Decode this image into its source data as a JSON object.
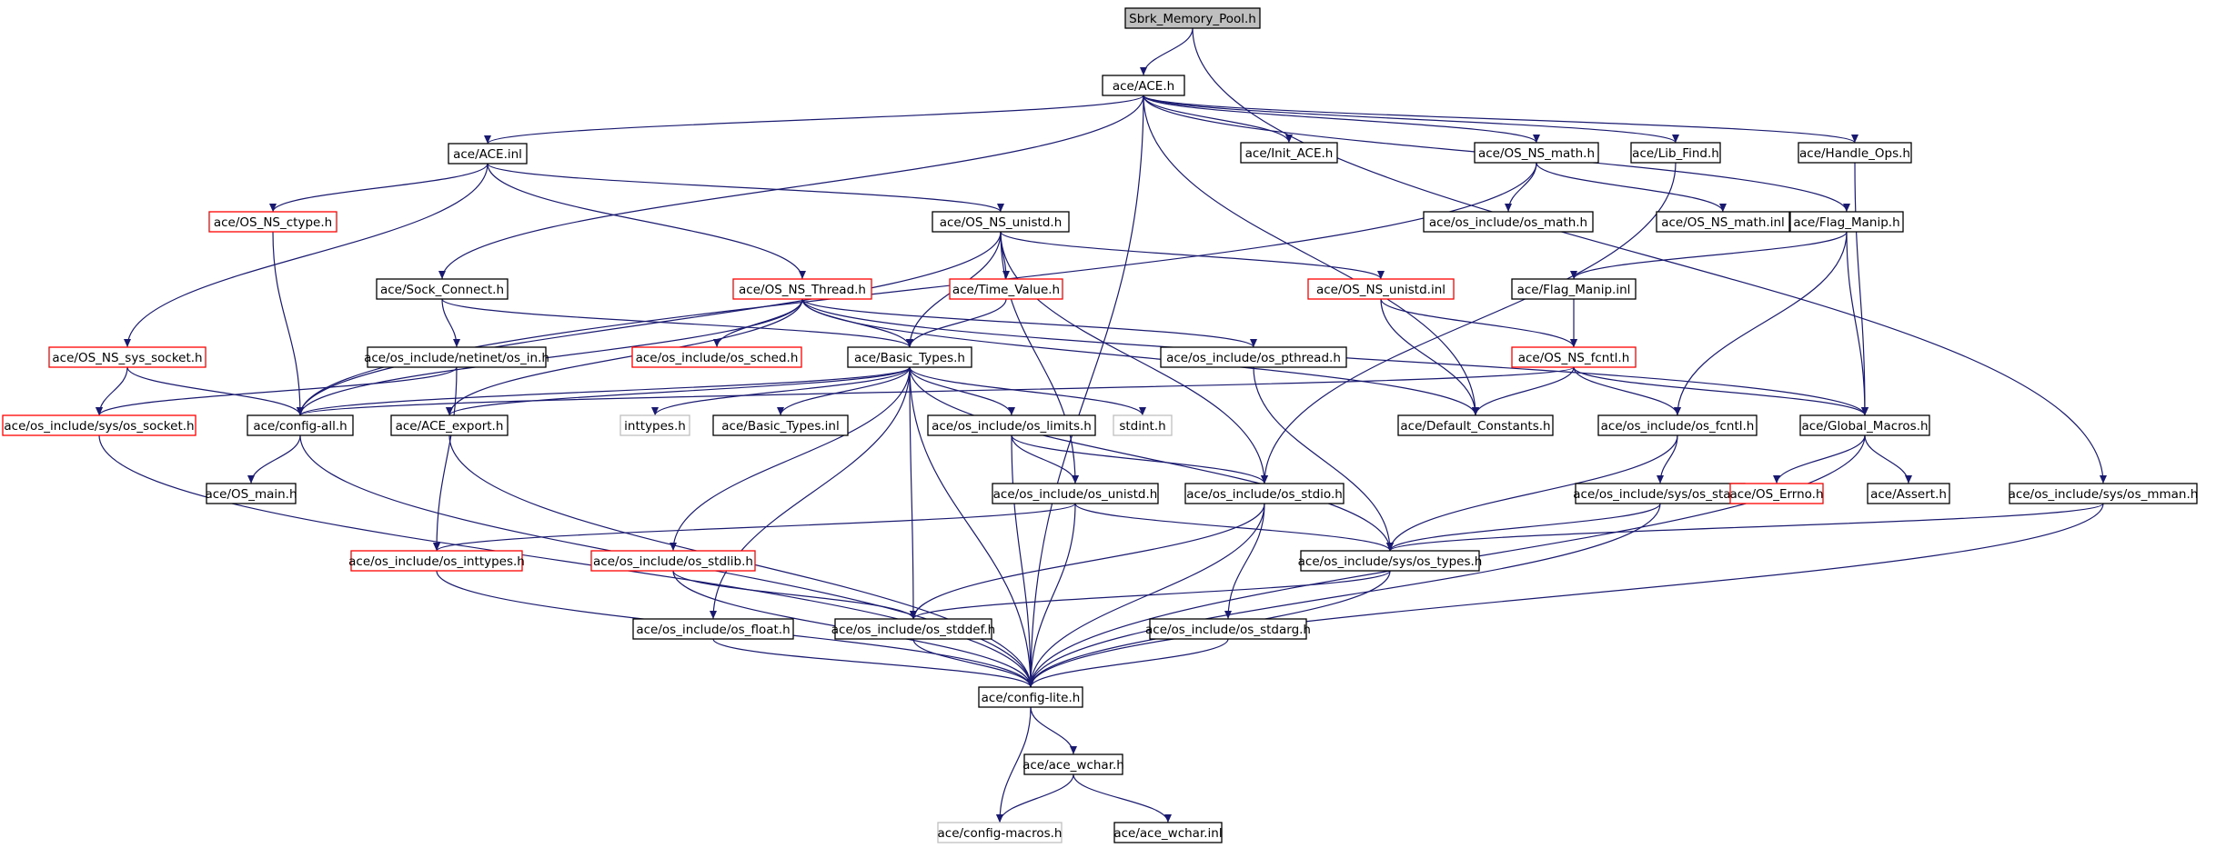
{
  "colors": {
    "edge": "#191970",
    "box_border": "#000000",
    "truncated_border": "#ff0000",
    "external_border": "#bfbfbf",
    "root_fill": "#bfbfbf"
  },
  "nodes": [
    {
      "id": "root",
      "label": "Sbrk_Memory_Pool.h",
      "kind": "root"
    },
    {
      "id": "ace_h",
      "label": "ace/ACE.h",
      "kind": "normal"
    },
    {
      "id": "ace_inl",
      "label": "ace/ACE.inl",
      "kind": "normal"
    },
    {
      "id": "init_ace",
      "label": "ace/Init_ACE.h",
      "kind": "normal"
    },
    {
      "id": "ns_math",
      "label": "ace/OS_NS_math.h",
      "kind": "normal"
    },
    {
      "id": "lib_find",
      "label": "ace/Lib_Find.h",
      "kind": "normal"
    },
    {
      "id": "handle_ops",
      "label": "ace/Handle_Ops.h",
      "kind": "normal"
    },
    {
      "id": "ns_ctype",
      "label": "ace/OS_NS_ctype.h",
      "kind": "truncated"
    },
    {
      "id": "ns_unistd",
      "label": "ace/OS_NS_unistd.h",
      "kind": "normal"
    },
    {
      "id": "osinc_math",
      "label": "ace/os_include/os_math.h",
      "kind": "normal"
    },
    {
      "id": "ns_math_inl",
      "label": "ace/OS_NS_math.inl",
      "kind": "normal"
    },
    {
      "id": "flag_manip",
      "label": "ace/Flag_Manip.h",
      "kind": "normal"
    },
    {
      "id": "sock_connect",
      "label": "ace/Sock_Connect.h",
      "kind": "normal"
    },
    {
      "id": "ns_thread",
      "label": "ace/OS_NS_Thread.h",
      "kind": "truncated"
    },
    {
      "id": "time_value",
      "label": "ace/Time_Value.h",
      "kind": "truncated"
    },
    {
      "id": "ns_unistd_inl",
      "label": "ace/OS_NS_unistd.inl",
      "kind": "truncated"
    },
    {
      "id": "flag_manip_inl",
      "label": "ace/Flag_Manip.inl",
      "kind": "normal"
    },
    {
      "id": "ns_sys_socket",
      "label": "ace/OS_NS_sys_socket.h",
      "kind": "truncated"
    },
    {
      "id": "netinet_in",
      "label": "ace/os_include/netinet/os_in.h",
      "kind": "normal"
    },
    {
      "id": "os_sched",
      "label": "ace/os_include/os_sched.h",
      "kind": "truncated"
    },
    {
      "id": "basic_types",
      "label": "ace/Basic_Types.h",
      "kind": "normal"
    },
    {
      "id": "os_pthread",
      "label": "ace/os_include/os_pthread.h",
      "kind": "normal"
    },
    {
      "id": "ns_fcntl",
      "label": "ace/OS_NS_fcntl.h",
      "kind": "truncated"
    },
    {
      "id": "sys_socket",
      "label": "ace/os_include/sys/os_socket.h",
      "kind": "truncated"
    },
    {
      "id": "config_all",
      "label": "ace/config-all.h",
      "kind": "normal"
    },
    {
      "id": "ace_export",
      "label": "ace/ACE_export.h",
      "kind": "normal"
    },
    {
      "id": "inttypes",
      "label": "inttypes.h",
      "kind": "external"
    },
    {
      "id": "basic_types_inl",
      "label": "ace/Basic_Types.inl",
      "kind": "normal"
    },
    {
      "id": "os_limits",
      "label": "ace/os_include/os_limits.h",
      "kind": "normal"
    },
    {
      "id": "stdint",
      "label": "stdint.h",
      "kind": "external"
    },
    {
      "id": "default_constants",
      "label": "ace/Default_Constants.h",
      "kind": "normal"
    },
    {
      "id": "os_fcntl",
      "label": "ace/os_include/os_fcntl.h",
      "kind": "normal"
    },
    {
      "id": "global_macros",
      "label": "ace/Global_Macros.h",
      "kind": "normal"
    },
    {
      "id": "os_main",
      "label": "ace/OS_main.h",
      "kind": "normal"
    },
    {
      "id": "os_unistd",
      "label": "ace/os_include/os_unistd.h",
      "kind": "normal"
    },
    {
      "id": "os_stdio",
      "label": "ace/os_include/os_stdio.h",
      "kind": "normal"
    },
    {
      "id": "sys_os_stat",
      "label": "ace/os_include/sys/os_stat.h",
      "kind": "normal"
    },
    {
      "id": "os_errno",
      "label": "ace/OS_Errno.h",
      "kind": "truncated"
    },
    {
      "id": "assert",
      "label": "ace/Assert.h",
      "kind": "normal"
    },
    {
      "id": "sys_os_mman",
      "label": "ace/os_include/sys/os_mman.h",
      "kind": "normal"
    },
    {
      "id": "os_inttypes",
      "label": "ace/os_include/os_inttypes.h",
      "kind": "truncated"
    },
    {
      "id": "os_stdlib",
      "label": "ace/os_include/os_stdlib.h",
      "kind": "truncated"
    },
    {
      "id": "sys_os_types",
      "label": "ace/os_include/sys/os_types.h",
      "kind": "normal"
    },
    {
      "id": "os_float",
      "label": "ace/os_include/os_float.h",
      "kind": "normal"
    },
    {
      "id": "os_stddef",
      "label": "ace/os_include/os_stddef.h",
      "kind": "normal"
    },
    {
      "id": "os_stdarg",
      "label": "ace/os_include/os_stdarg.h",
      "kind": "normal"
    },
    {
      "id": "config_lite",
      "label": "ace/config-lite.h",
      "kind": "normal"
    },
    {
      "id": "ace_wchar",
      "label": "ace/ace_wchar.h",
      "kind": "normal"
    },
    {
      "id": "config_macros",
      "label": "ace/config-macros.h",
      "kind": "external"
    },
    {
      "id": "ace_wchar_inl",
      "label": "ace/ace_wchar.inl",
      "kind": "normal"
    }
  ],
  "edges": [
    [
      "root",
      "ace_h"
    ],
    [
      "root",
      "sys_os_mman"
    ],
    [
      "ace_h",
      "ace_inl"
    ],
    [
      "ace_h",
      "init_ace"
    ],
    [
      "ace_h",
      "ns_math"
    ],
    [
      "ace_h",
      "lib_find"
    ],
    [
      "ace_h",
      "handle_ops"
    ],
    [
      "ace_h",
      "flag_manip"
    ],
    [
      "ace_h",
      "sock_connect"
    ],
    [
      "ace_h",
      "default_constants"
    ],
    [
      "ace_h",
      "config_lite"
    ],
    [
      "ace_inl",
      "ns_ctype"
    ],
    [
      "ace_inl",
      "ns_unistd"
    ],
    [
      "ace_inl",
      "ns_sys_socket"
    ],
    [
      "ace_inl",
      "ns_thread"
    ],
    [
      "ns_math",
      "osinc_math"
    ],
    [
      "ns_math",
      "ns_math_inl"
    ],
    [
      "ns_math",
      "config_all"
    ],
    [
      "lib_find",
      "os_stdio"
    ],
    [
      "handle_ops",
      "global_macros"
    ],
    [
      "ns_ctype",
      "config_all"
    ],
    [
      "ns_unistd",
      "time_value"
    ],
    [
      "ns_unistd",
      "ns_unistd_inl"
    ],
    [
      "ns_unistd",
      "basic_types"
    ],
    [
      "ns_unistd",
      "os_unistd"
    ],
    [
      "ns_unistd",
      "os_stdio"
    ],
    [
      "ns_unistd",
      "config_all"
    ],
    [
      "flag_manip",
      "flag_manip_inl"
    ],
    [
      "flag_manip",
      "global_macros"
    ],
    [
      "flag_manip",
      "os_fcntl"
    ],
    [
      "sock_connect",
      "netinet_in"
    ],
    [
      "sock_connect",
      "basic_types"
    ],
    [
      "ns_thread",
      "basic_types"
    ],
    [
      "ns_thread",
      "os_sched"
    ],
    [
      "ns_thread",
      "os_pthread"
    ],
    [
      "ns_thread",
      "default_constants"
    ],
    [
      "ns_thread",
      "global_macros"
    ],
    [
      "ns_thread",
      "config_all"
    ],
    [
      "ns_thread",
      "ace_export"
    ],
    [
      "time_value",
      "basic_types"
    ],
    [
      "ns_unistd_inl",
      "ns_fcntl"
    ],
    [
      "ns_unistd_inl",
      "default_constants"
    ],
    [
      "flag_manip_inl",
      "ns_fcntl"
    ],
    [
      "ns_sys_socket",
      "config_all"
    ],
    [
      "ns_sys_socket",
      "sys_socket"
    ],
    [
      "netinet_in",
      "sys_socket"
    ],
    [
      "netinet_in",
      "os_inttypes"
    ],
    [
      "basic_types",
      "config_all"
    ],
    [
      "basic_types",
      "ace_export"
    ],
    [
      "basic_types",
      "inttypes"
    ],
    [
      "basic_types",
      "basic_types_inl"
    ],
    [
      "basic_types",
      "os_limits"
    ],
    [
      "basic_types",
      "stdint"
    ],
    [
      "basic_types",
      "sys_os_types"
    ],
    [
      "basic_types",
      "os_stdlib"
    ],
    [
      "basic_types",
      "os_float"
    ],
    [
      "basic_types",
      "os_stddef"
    ],
    [
      "basic_types",
      "config_lite"
    ],
    [
      "os_pthread",
      "sys_os_types"
    ],
    [
      "ns_fcntl",
      "default_constants"
    ],
    [
      "ns_fcntl",
      "os_fcntl"
    ],
    [
      "ns_fcntl",
      "global_macros"
    ],
    [
      "ns_fcntl",
      "config_all"
    ],
    [
      "config_all",
      "os_main"
    ],
    [
      "config_all",
      "config_lite"
    ],
    [
      "sys_socket",
      "config_lite"
    ],
    [
      "ace_export",
      "config_lite"
    ],
    [
      "os_limits",
      "os_unistd"
    ],
    [
      "os_limits",
      "os_stdio"
    ],
    [
      "os_limits",
      "config_lite"
    ],
    [
      "os_fcntl",
      "sys_os_stat"
    ],
    [
      "os_fcntl",
      "sys_os_types"
    ],
    [
      "global_macros",
      "os_errno"
    ],
    [
      "global_macros",
      "assert"
    ],
    [
      "global_macros",
      "config_lite"
    ],
    [
      "os_unistd",
      "os_inttypes"
    ],
    [
      "os_unistd",
      "sys_os_types"
    ],
    [
      "os_unistd",
      "config_lite"
    ],
    [
      "os_stdio",
      "os_stddef"
    ],
    [
      "os_stdio",
      "os_stdarg"
    ],
    [
      "os_stdio",
      "config_lite"
    ],
    [
      "sys_os_stat",
      "sys_os_types"
    ],
    [
      "sys_os_stat",
      "config_lite"
    ],
    [
      "sys_os_mman",
      "sys_os_types"
    ],
    [
      "sys_os_mman",
      "config_lite"
    ],
    [
      "os_inttypes",
      "config_lite"
    ],
    [
      "os_stdlib",
      "os_stddef"
    ],
    [
      "os_stdlib",
      "config_lite"
    ],
    [
      "sys_os_types",
      "os_stddef"
    ],
    [
      "sys_os_types",
      "config_lite"
    ],
    [
      "os_float",
      "config_lite"
    ],
    [
      "os_stddef",
      "config_lite"
    ],
    [
      "os_stdarg",
      "config_lite"
    ],
    [
      "config_lite",
      "ace_wchar"
    ],
    [
      "config_lite",
      "config_macros"
    ],
    [
      "ace_wchar",
      "config_macros"
    ],
    [
      "ace_wchar",
      "ace_wchar_inl"
    ]
  ]
}
